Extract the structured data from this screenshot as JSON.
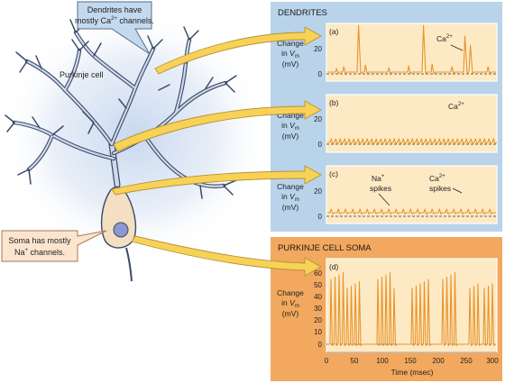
{
  "callouts": {
    "dendrites_note_line1": "Dendrites have",
    "dendrites_note_line2_prefix": "mostly Ca",
    "dendrites_note_line2_sup": "2+",
    "dendrites_note_line2_suffix": " channels.",
    "soma_note_line1": "Soma has mostly",
    "soma_note_line2_prefix": "Na",
    "soma_note_line2_sup": "+",
    "soma_note_line2_suffix": " channels."
  },
  "cell_label": "Purkinje cell",
  "panels": {
    "dendrites_title": "DENDRITES",
    "soma_title": "PURKINJE CELL SOMA"
  },
  "axis_label": {
    "line1": "Change",
    "line2_prefix": "in ",
    "line2_var": "V",
    "line2_sub": "m",
    "line3": "(mV)"
  },
  "plots": [
    {
      "letter": "(a)",
      "yticks": [
        "20",
        "0"
      ]
    },
    {
      "letter": "(b)",
      "yticks": [
        "20",
        "0"
      ]
    },
    {
      "letter": "(c)",
      "yticks": [
        "20",
        "0"
      ]
    },
    {
      "letter": "(d)",
      "yticks": [
        "60",
        "50",
        "40",
        "30",
        "20",
        "10",
        "0"
      ]
    }
  ],
  "annotations": {
    "a_ca": "Ca",
    "a_ca_sup": "2+",
    "b_ca": "Ca",
    "b_ca_sup": "2+",
    "c_na_line1": "Na",
    "c_na_sup": "+",
    "c_na_line2": "spikes",
    "c_ca_line1": "Ca",
    "c_ca_sup": "2+",
    "c_ca_line2": "spikes"
  },
  "time_axis": {
    "ticks": [
      "0",
      "50",
      "100",
      "150",
      "200",
      "250",
      "300"
    ],
    "label": "Time (msec)"
  },
  "colors": {
    "dendrite_panel_bg": "#b9d3ea",
    "soma_panel_bg": "#f2a85e",
    "plot_bg": "#fdeac4",
    "trace": "#e8942e",
    "arrow_fill": "#f7d257",
    "cell_fill": "#cfd8ee",
    "nucleus": "#8e97cf",
    "soma_fill": "#f4dfc2",
    "callout_blue": "#c3d9f0",
    "callout_peach": "#fbe5cf"
  }
}
